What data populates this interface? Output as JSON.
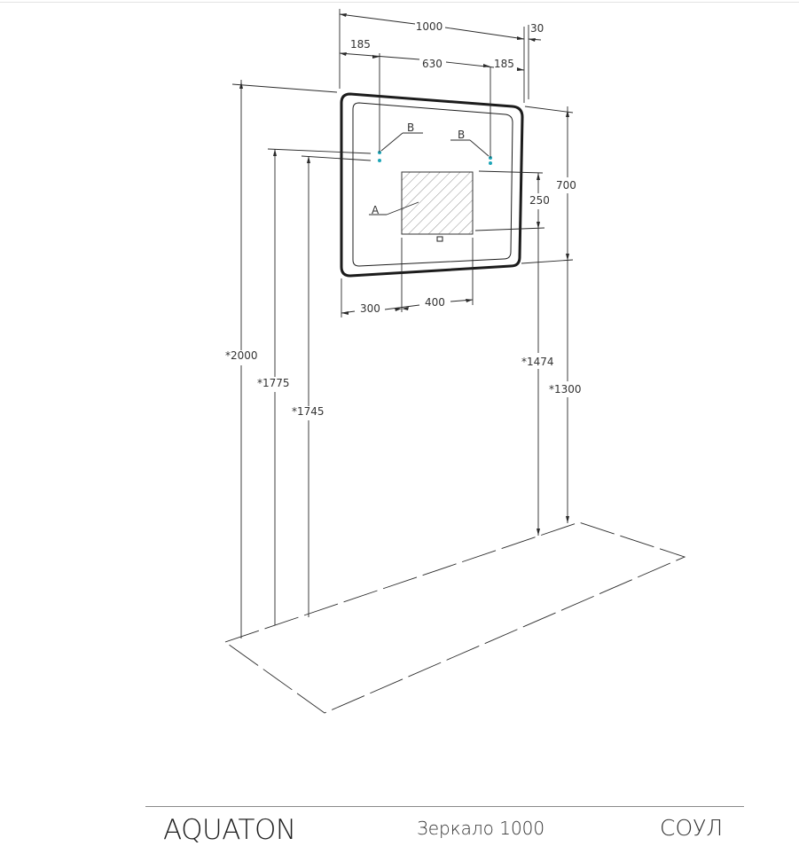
{
  "drawing": {
    "dimensions": {
      "total_width": "1000",
      "depth": "30",
      "sensor_left_offset": "185",
      "sensor_spacing": "630",
      "sensor_right_offset": "185",
      "height": "700",
      "display_height": "250",
      "display_left_offset": "300",
      "display_width": "400",
      "height_top": "*2000",
      "height_sensor_top": "*1775",
      "height_sensor_bottom": "*1745",
      "height_display_bottom": "*1474",
      "height_mirror_bottom": "*1300"
    },
    "callouts": {
      "display": "A",
      "sensor_left": "B",
      "sensor_right": "B"
    },
    "colors": {
      "line": "#2a2a2a",
      "sensor": "#1ea6b8",
      "frame": "#1c1c1c"
    }
  },
  "footer": {
    "brand": "AQUATON",
    "product": "Зеркало 1000",
    "series": "СОУЛ"
  }
}
